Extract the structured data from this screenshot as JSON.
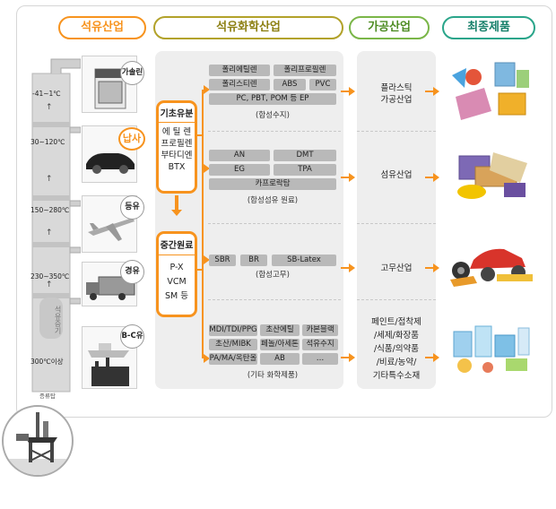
{
  "headers": {
    "petroleum": "석유산업",
    "petrochemical": "석유화학산업",
    "processing": "가공산업",
    "final": "최종제품"
  },
  "colors": {
    "petroleum": "#f7931e",
    "petrochemical": "#b2a22a",
    "processing": "#7ab648",
    "final": "#2aa58a",
    "arrow": "#f7931e"
  },
  "tower": {
    "temps": [
      "-41~1℃",
      "30~120℃",
      "150~280℃",
      "230~350℃",
      "300℃이상"
    ],
    "steam_label": "석유증기",
    "bottom_label": "증류탑"
  },
  "products": [
    "가솔린",
    "납사",
    "등유",
    "경유",
    "B-C유"
  ],
  "basic_materials": {
    "title": "기초유분",
    "items": [
      "에 틸 렌",
      "프로필렌",
      "부타디엔",
      "BTX"
    ]
  },
  "intermediate": {
    "title": "중간원료",
    "items": [
      "P-X",
      "VCM",
      "SM 등"
    ]
  },
  "groups": [
    {
      "chips": [
        "폴리에틸렌",
        "폴리프로필렌",
        "폴리스티렌",
        "ABS",
        "PVC",
        "PC, PBT, POM 등 EP"
      ],
      "note": "(합성수지)",
      "industry": [
        "플라스틱",
        "가공산업"
      ],
      "product_icon": "electronics-and-toys-image"
    },
    {
      "chips": [
        "AN",
        "DMT",
        "EG",
        "TPA",
        "카프로락탐"
      ],
      "note": "(합성섬유 원료)",
      "industry": [
        "섬유산업"
      ],
      "product_icon": "textiles-image"
    },
    {
      "chips": [
        "SBR",
        "BR",
        "SB-Latex"
      ],
      "note": "(합성고무)",
      "industry": [
        "고무산업"
      ],
      "product_icon": "cars-and-tires-image"
    },
    {
      "chips": [
        "MDI/TDI/PPG",
        "초산에틸",
        "카본블랙",
        "초산/MIBK",
        "페놀/아세톤",
        "석유수지",
        "PA/MA/옥탄올",
        "AB",
        "…"
      ],
      "note": "(기타 화학제품)",
      "industry": [
        "페인트/접착제",
        "/세제/화장품",
        "/식품/의약품",
        "/비료/농약/",
        "기타특수소재"
      ],
      "product_icon": "household-chemicals-image"
    }
  ]
}
